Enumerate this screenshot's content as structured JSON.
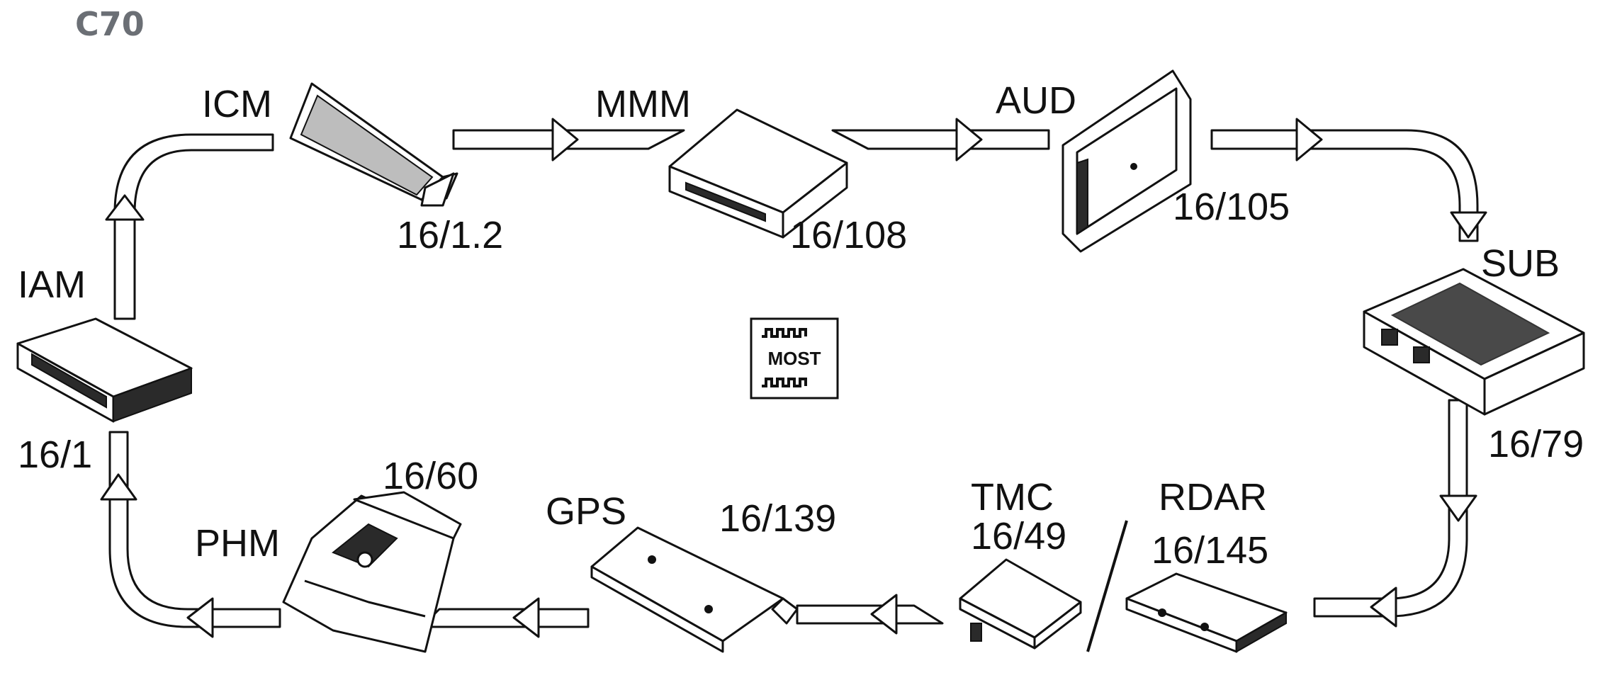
{
  "header": {
    "title": "C70"
  },
  "nodes": [
    {
      "id": "icm",
      "abbr": "ICM",
      "code": "16/1.2"
    },
    {
      "id": "mmm",
      "abbr": "MMM",
      "code": "16/108"
    },
    {
      "id": "aud",
      "abbr": "AUD",
      "code": "16/105"
    },
    {
      "id": "sub",
      "abbr": "SUB",
      "code": "16/79"
    },
    {
      "id": "iam",
      "abbr": "IAM",
      "code": "16/1"
    },
    {
      "id": "phm",
      "abbr": "PHM",
      "code": "16/60"
    },
    {
      "id": "gps",
      "abbr": "GPS",
      "code": "16/139"
    },
    {
      "id": "tmc",
      "abbr": "TMC",
      "code": "16/49"
    },
    {
      "id": "rdar",
      "abbr": "RDAR",
      "code": "16/145"
    }
  ],
  "most_logo": {
    "text": "MOST"
  },
  "colors": {
    "line": "#111111",
    "background": "#ffffff",
    "header": "#6b6f75"
  }
}
